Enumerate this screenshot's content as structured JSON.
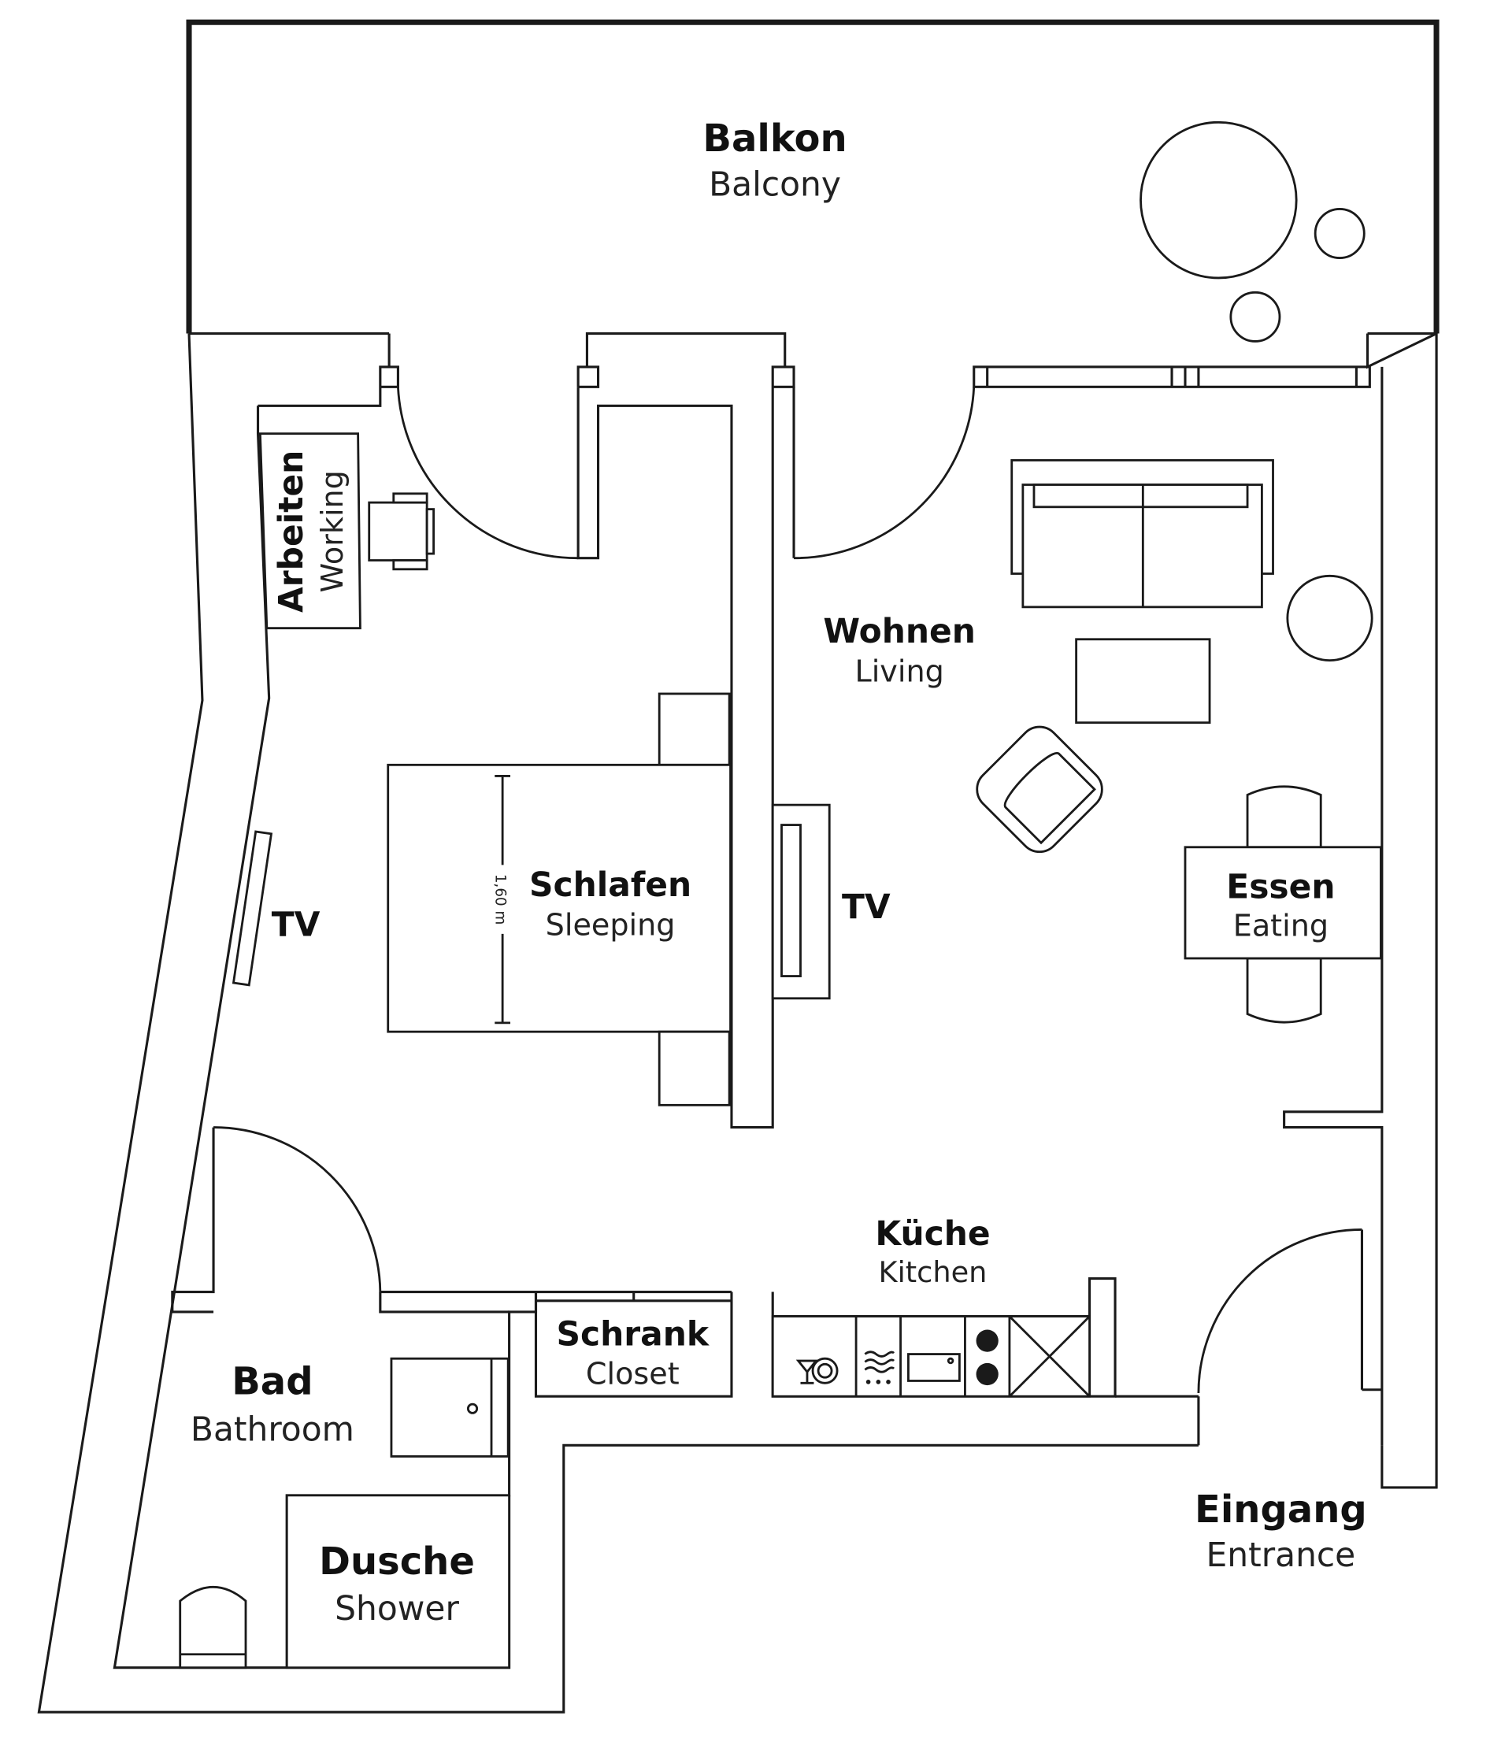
{
  "rooms": {
    "balcony": {
      "de": "Balkon",
      "en": "Balcony"
    },
    "working": {
      "de": "Arbeiten",
      "en": "Working"
    },
    "living": {
      "de": "Wohnen",
      "en": "Living"
    },
    "sleeping": {
      "de": "Schlafen",
      "en": "Sleeping"
    },
    "eating": {
      "de": "Essen",
      "en": "Eating"
    },
    "kitchen": {
      "de": "Küche",
      "en": "Kitchen"
    },
    "closet": {
      "de": "Schrank",
      "en": "Closet"
    },
    "bathroom": {
      "de": "Bad",
      "en": "Bathroom"
    },
    "shower": {
      "de": "Dusche",
      "en": "Shower"
    },
    "entrance": {
      "de": "Eingang",
      "en": "Entrance"
    }
  },
  "labels": {
    "tv_left": "TV",
    "tv_right": "TV",
    "bed_width": "1,60 m"
  },
  "icons": [
    "dishwasher-icon",
    "heater-icon",
    "sink-icon",
    "cooktop-icon",
    "fridge-icon"
  ],
  "colors": {
    "line": "#1a1a1a",
    "background": "#ffffff"
  }
}
